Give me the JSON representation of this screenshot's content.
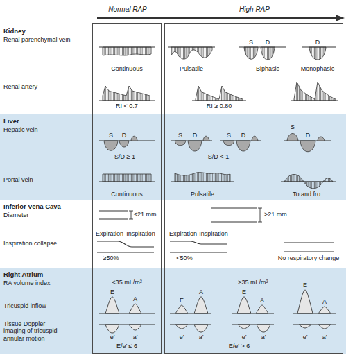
{
  "diagram": {
    "nodes": [
      {
        "text": [
          "Normal RAP"
        ]
      },
      {
        "text": [
          "High RAP"
        ]
      },
      {
        "text": [
          "Kidney",
          "Renal parenchymal vein",
          "Renal artery"
        ]
      },
      {
        "text": [
          "Liver",
          "Hepatic vein",
          "Portal vein"
        ]
      },
      {
        "text": [
          "Inferior Vena Cava",
          "Diameter",
          "Inspiration collapse"
        ]
      },
      {
        "text": [
          "Right Atrium",
          "RA volume index",
          "Tricuspid inflow",
          "Tissue Doppler imaging of tricuspid annular motion"
        ]
      }
    ],
    "labels": [
      "S",
      "D",
      "D",
      "Continuous",
      "Pulsatile",
      "Biphasic",
      "Monophasic",
      "RI < 0.7",
      "RI ≥ 0.80",
      "S",
      "D",
      "S",
      "D",
      "S",
      "D",
      "S",
      "D",
      "S/D ≥ 1",
      "S/D < 1",
      "Continuous",
      "Pulsatile",
      "To and fro",
      "≤21 mm",
      ">21 mm",
      "Expiration",
      "Inspiration",
      "Expiration",
      "Inspiration",
      "≥50%",
      "<50%",
      "No respiratory change",
      "<35 mL/m²",
      "≥35 mL/m²",
      "E",
      "A",
      "E",
      "A",
      "E",
      "A",
      "E",
      "A",
      "e′",
      "a′",
      "e′",
      "a′",
      "e′",
      "a′",
      "e′",
      "a′",
      "E/e′ ≤ 6",
      "E/e′ > 6"
    ]
  }
}
